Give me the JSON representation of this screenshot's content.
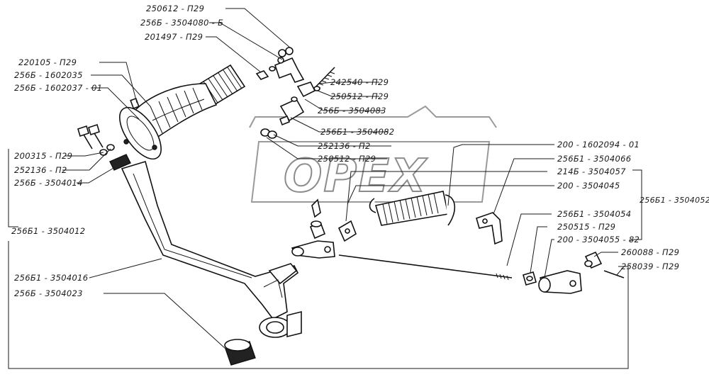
{
  "watermark": {
    "text": "OPEX"
  },
  "labels": [
    {
      "id": "l1",
      "text": "250612 - П29"
    },
    {
      "id": "l2",
      "text": "256Б - 3504080 - Б"
    },
    {
      "id": "l3",
      "text": "201497 - П29"
    },
    {
      "id": "l4",
      "text": "220105 - П29"
    },
    {
      "id": "l5",
      "text": "256Б - 1602035"
    },
    {
      "id": "l6",
      "text": "256Б - 1602037 - 01"
    },
    {
      "id": "l7",
      "text": "242540 - П29"
    },
    {
      "id": "l8",
      "text": "250512 - П29"
    },
    {
      "id": "l9",
      "text": "256Б - 3504083"
    },
    {
      "id": "l10",
      "text": "256Б1 - 3504082"
    },
    {
      "id": "l11",
      "text": "252136 - П2"
    },
    {
      "id": "l12",
      "text": "250512 - П29"
    },
    {
      "id": "l13",
      "text": "200315 - П29"
    },
    {
      "id": "l14",
      "text": "252136 - П2"
    },
    {
      "id": "l15",
      "text": "256Б - 3504014"
    },
    {
      "id": "l16",
      "text": "200 - 1602094 - 01"
    },
    {
      "id": "l17",
      "text": "256Б1 - 3504066"
    },
    {
      "id": "l18",
      "text": "214Б - 3504057"
    },
    {
      "id": "l19",
      "text": "200 - 3504045"
    },
    {
      "id": "l20",
      "text": "256Б1 - 3504052"
    },
    {
      "id": "l21",
      "text": "256Б1 - 3504012"
    },
    {
      "id": "l22",
      "text": "256Б1 - 3504054"
    },
    {
      "id": "l23",
      "text": "250515 - П29"
    },
    {
      "id": "l24",
      "text": "200 - 3504055 - 82"
    },
    {
      "id": "l25",
      "text": "260088 - П29"
    },
    {
      "id": "l26",
      "text": "258039 - П29"
    },
    {
      "id": "l27",
      "text": "256Б1 - 3504016"
    },
    {
      "id": "l28",
      "text": "256Б - 3504023"
    }
  ]
}
